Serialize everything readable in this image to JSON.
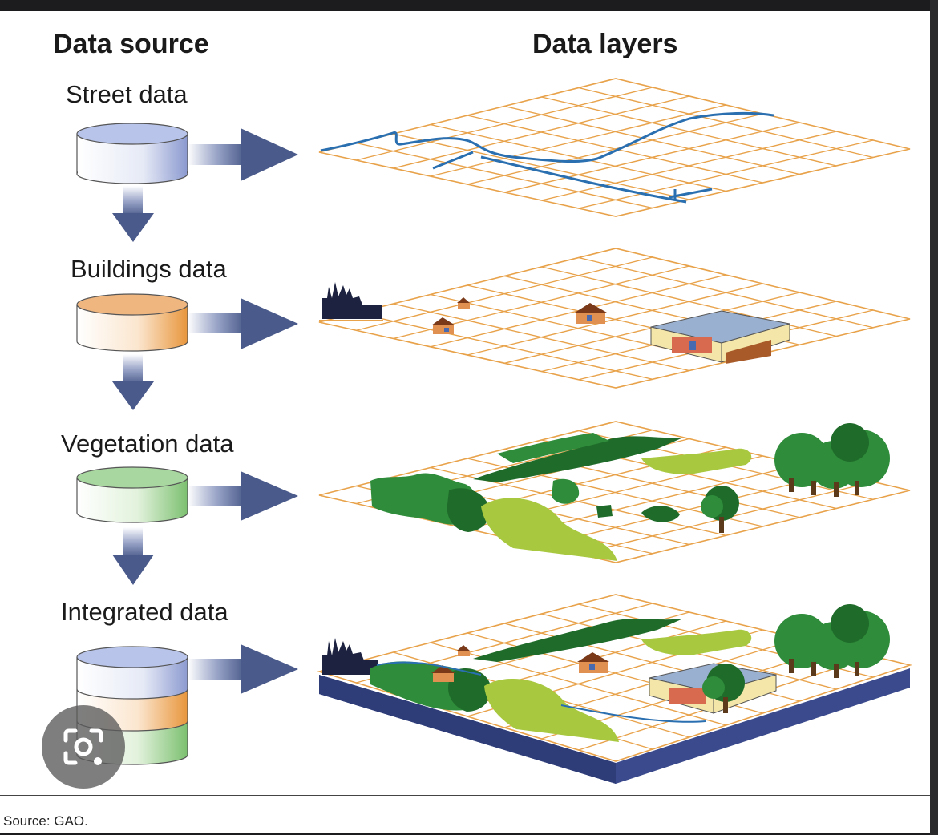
{
  "headers": {
    "source": "Data source",
    "layers": "Data layers"
  },
  "sources": [
    {
      "label": "Street data",
      "color": "#b8c4ea"
    },
    {
      "label": "Buildings data",
      "color": "#f0b680"
    },
    {
      "label": "Vegetation data",
      "color": "#a8d8a0"
    },
    {
      "label": "Integrated data",
      "colors": [
        "#b8c4ea",
        "#f0b680",
        "#a8d8a0"
      ]
    }
  ],
  "footer": {
    "source_text": "Source: GAO."
  },
  "colors": {
    "grid": "#e8a24a",
    "street": "#2a6fb0",
    "arrow": "#4a5a8a",
    "base": "#3a4a8c",
    "tree_dark": "#1f6b2a",
    "tree_mid": "#2e8c3a",
    "tree_light": "#a8c840"
  },
  "icons": {
    "lens": "camera-search-icon"
  }
}
